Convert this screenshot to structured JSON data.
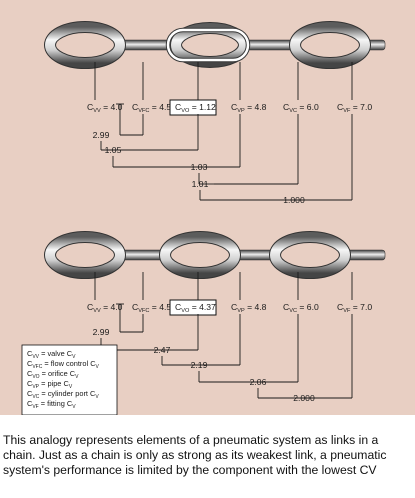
{
  "diagrams": [
    {
      "link_labels": [
        {
          "base": "C",
          "sub": "VV",
          "value": "= 4.0",
          "highlighted": false
        },
        {
          "base": "C",
          "sub": "VFC",
          "value": "= 4.5",
          "highlighted": false
        },
        {
          "base": "C",
          "sub": "VO",
          "value": "= 1.12",
          "highlighted": true
        },
        {
          "base": "C",
          "sub": "VP",
          "value": "= 4.8",
          "highlighted": false
        },
        {
          "base": "C",
          "sub": "VC",
          "value": "= 6.0",
          "highlighted": false
        },
        {
          "base": "C",
          "sub": "VF",
          "value": "= 7.0",
          "highlighted": false
        }
      ],
      "combined": [
        "2.99",
        "1.05",
        "1.03",
        "1.01",
        "1.000"
      ]
    },
    {
      "link_labels": [
        {
          "base": "C",
          "sub": "VV",
          "value": "= 4.0",
          "highlighted": false
        },
        {
          "base": "C",
          "sub": "VFC",
          "value": "= 4.5",
          "highlighted": false
        },
        {
          "base": "C",
          "sub": "VO",
          "value": "= 4.37",
          "highlighted": true
        },
        {
          "base": "C",
          "sub": "VP",
          "value": "= 4.8",
          "highlighted": false
        },
        {
          "base": "C",
          "sub": "VC",
          "value": "= 6.0",
          "highlighted": false
        },
        {
          "base": "C",
          "sub": "VF",
          "value": "= 7.0",
          "highlighted": false
        }
      ],
      "combined": [
        "2.99",
        "2.47",
        "2.19",
        "2.06",
        "2.000"
      ]
    }
  ],
  "legend": [
    {
      "base": "C",
      "sub": "VV",
      "desc": "= valve C",
      "desc_sub": "V"
    },
    {
      "base": "C",
      "sub": "VFC",
      "desc": "= flow control C",
      "desc_sub": "V"
    },
    {
      "base": "C",
      "sub": "VO",
      "desc": "= orifice C",
      "desc_sub": "V"
    },
    {
      "base": "C",
      "sub": "VP",
      "desc": "= pipe C",
      "desc_sub": "V"
    },
    {
      "base": "C",
      "sub": "VC",
      "desc": "= cylinder port C",
      "desc_sub": "V"
    },
    {
      "base": "C",
      "sub": "VF",
      "desc": "= fitting C",
      "desc_sub": "V"
    }
  ],
  "caption": "This analogy represents elements of a pneumatic system as links in a chain. Just as a chain is only as strong as its weakest link, a pneumatic system's performance is limited by the component with the lowest CV",
  "colors": {
    "background": "#e8cfc3",
    "chain_dark": "#4a4a4a",
    "chain_light": "#f4f4f4",
    "weak_link": "#ffffff",
    "line": "#1a1a1a"
  }
}
